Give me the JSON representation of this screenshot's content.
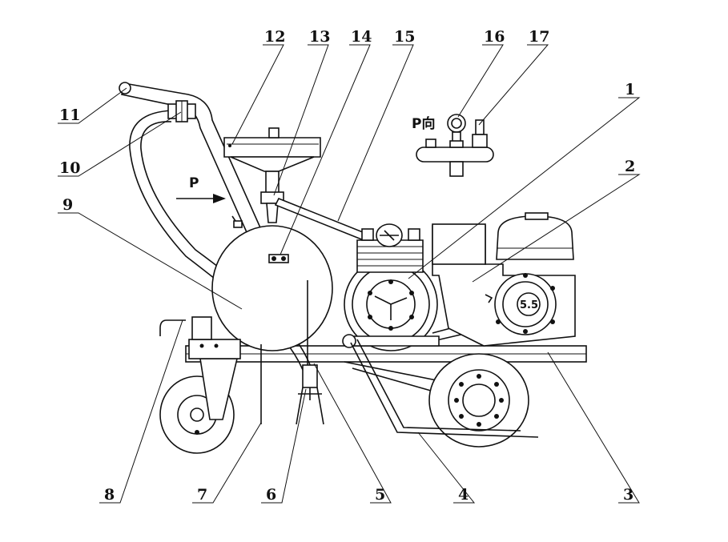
{
  "callouts": [
    {
      "id": "1",
      "text": "1"
    },
    {
      "id": "2",
      "text": "2"
    },
    {
      "id": "3",
      "text": "3"
    },
    {
      "id": "4",
      "text": "4"
    },
    {
      "id": "5",
      "text": "5"
    },
    {
      "id": "6",
      "text": "6"
    },
    {
      "id": "7",
      "text": "7"
    },
    {
      "id": "8",
      "text": "8"
    },
    {
      "id": "9",
      "text": "9"
    },
    {
      "id": "10",
      "text": "10"
    },
    {
      "id": "11",
      "text": "11"
    },
    {
      "id": "12",
      "text": "12"
    },
    {
      "id": "13",
      "text": "13"
    },
    {
      "id": "14",
      "text": "14"
    },
    {
      "id": "15",
      "text": "15"
    },
    {
      "id": "16",
      "text": "16"
    },
    {
      "id": "17",
      "text": "17"
    }
  ],
  "annotations": {
    "p_arrow": "P",
    "p_view": "P向",
    "engine_badge": "5.5"
  }
}
